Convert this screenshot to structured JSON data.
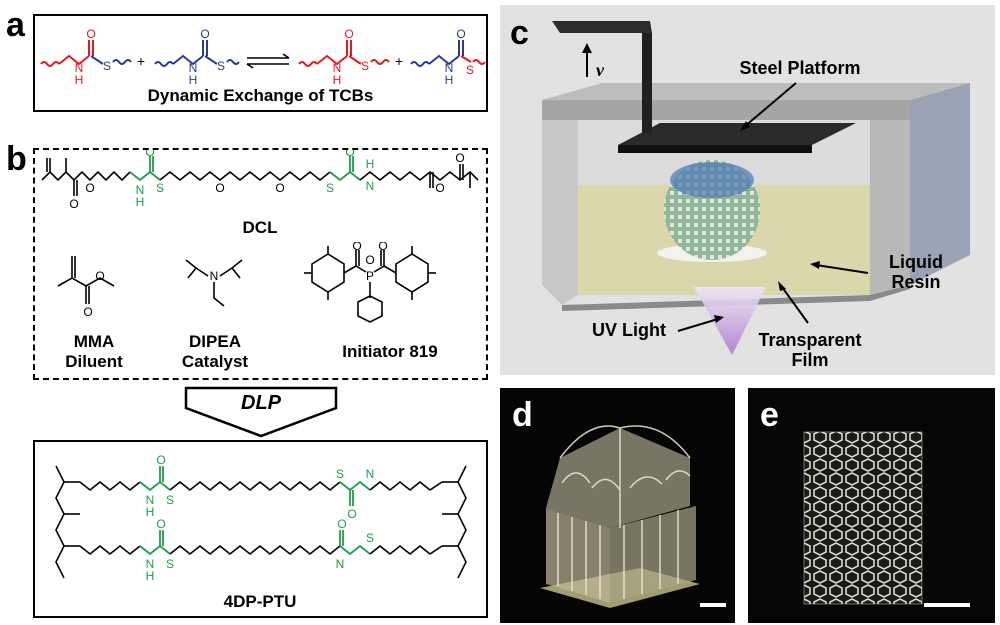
{
  "panels": {
    "a": "a",
    "b": "b",
    "c": "c",
    "d": "d",
    "e": "e"
  },
  "panel_a": {
    "caption": "Dynamic Exchange of TCBs",
    "atoms": {
      "H": "H",
      "N": "N",
      "O": "O",
      "S": "S",
      "plus": "+"
    }
  },
  "panel_b": {
    "dcl_label": "DCL",
    "mma_label": "MMA",
    "mma_role": "Diluent",
    "dipea_label": "DIPEA",
    "dipea_role": "Catalyst",
    "initiator_label": "Initiator 819",
    "atoms": {
      "H": "H",
      "N": "N",
      "O": "O",
      "S": "S",
      "P": "P"
    }
  },
  "arrow_label": "DLP",
  "product_label": "4DP-PTU",
  "panel_c": {
    "velocity": "v",
    "steel_platform": "Steel Platform",
    "liquid_resin": "Liquid\nResin",
    "uv_light": "UV Light",
    "transparent_film": "Transparent\nFilm"
  },
  "colors": {
    "red": "#e11b22",
    "blue": "#2b3a94",
    "green": "#1f9c4a",
    "black": "#000000",
    "resin": "#d9d59a",
    "uv": "#b07ad0"
  }
}
